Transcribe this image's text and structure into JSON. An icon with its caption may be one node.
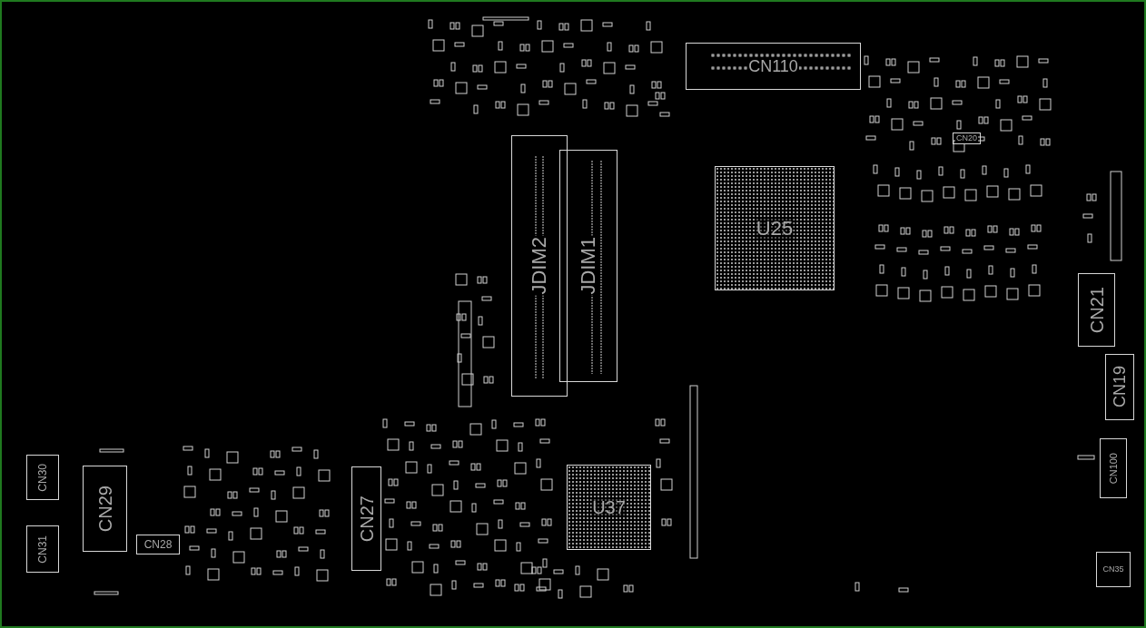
{
  "diagram": {
    "nodes": [
      {
        "text": [
          "CN110"
        ]
      },
      {
        "text": [
          "CN20"
        ]
      },
      {
        "text": [
          "U25"
        ]
      },
      {
        "text": [
          "JDIM2"
        ]
      },
      {
        "text": [
          "JDIM1"
        ]
      },
      {
        "text": [
          "CN21"
        ]
      },
      {
        "text": [
          "CN19"
        ]
      },
      {
        "text": [
          "CN100"
        ]
      },
      {
        "text": [
          "CN35"
        ]
      },
      {
        "text": [
          "CN30"
        ]
      },
      {
        "text": [
          "CN29"
        ]
      },
      {
        "text": [
          "CN31"
        ]
      },
      {
        "text": [
          "CN28"
        ]
      },
      {
        "text": [
          "CN27"
        ]
      },
      {
        "text": [
          "U37"
        ]
      }
    ]
  }
}
